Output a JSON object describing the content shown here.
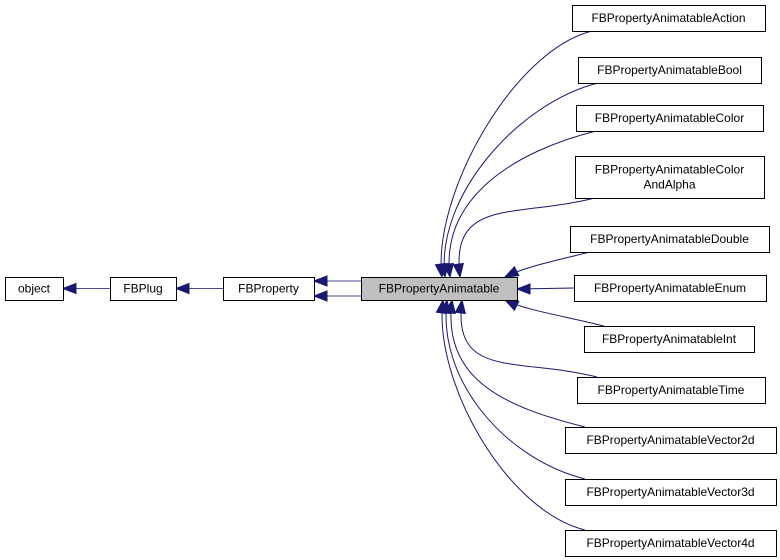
{
  "diagram": {
    "type": "inheritance-graph",
    "highlight_node": "FBPropertyAnimatable",
    "colors": {
      "edge": "#191970",
      "highlight_fill": "#bfbfbf",
      "node_fill": "#ffffff",
      "node_border": "#000000"
    },
    "nodes": {
      "object": {
        "label": [
          "object"
        ]
      },
      "fbplug": {
        "label": [
          "FBPlug"
        ]
      },
      "fbproperty": {
        "label": [
          "FBProperty"
        ]
      },
      "fbpropertyanimatable": {
        "label": [
          "FBPropertyAnimatable"
        ]
      },
      "action": {
        "label": [
          "FBPropertyAnimatableAction"
        ]
      },
      "bool": {
        "label": [
          "FBPropertyAnimatableBool"
        ]
      },
      "color": {
        "label": [
          "FBPropertyAnimatableColor"
        ]
      },
      "coloralpha": {
        "label": [
          "FBPropertyAnimatableColor",
          "AndAlpha"
        ]
      },
      "double": {
        "label": [
          "FBPropertyAnimatableDouble"
        ]
      },
      "enum": {
        "label": [
          "FBPropertyAnimatableEnum"
        ]
      },
      "int": {
        "label": [
          "FBPropertyAnimatableInt"
        ]
      },
      "time": {
        "label": [
          "FBPropertyAnimatableTime"
        ]
      },
      "vector2d": {
        "label": [
          "FBPropertyAnimatableVector2d"
        ]
      },
      "vector3d": {
        "label": [
          "FBPropertyAnimatableVector3d"
        ]
      },
      "vector4d": {
        "label": [
          "FBPropertyAnimatableVector4d"
        ]
      }
    },
    "edges": [
      {
        "from": "fbplug",
        "to": "object"
      },
      {
        "from": "fbproperty",
        "to": "fbplug"
      },
      {
        "from": "fbpropertyanimatable",
        "to": "fbproperty"
      },
      {
        "from": "fbpropertyanimatable",
        "to": "fbproperty"
      },
      {
        "from": "action",
        "to": "fbpropertyanimatable"
      },
      {
        "from": "bool",
        "to": "fbpropertyanimatable"
      },
      {
        "from": "color",
        "to": "fbpropertyanimatable"
      },
      {
        "from": "coloralpha",
        "to": "fbpropertyanimatable"
      },
      {
        "from": "double",
        "to": "fbpropertyanimatable"
      },
      {
        "from": "enum",
        "to": "fbpropertyanimatable"
      },
      {
        "from": "int",
        "to": "fbpropertyanimatable"
      },
      {
        "from": "time",
        "to": "fbpropertyanimatable"
      },
      {
        "from": "vector2d",
        "to": "fbpropertyanimatable"
      },
      {
        "from": "vector3d",
        "to": "fbpropertyanimatable"
      },
      {
        "from": "vector4d",
        "to": "fbpropertyanimatable"
      }
    ]
  }
}
